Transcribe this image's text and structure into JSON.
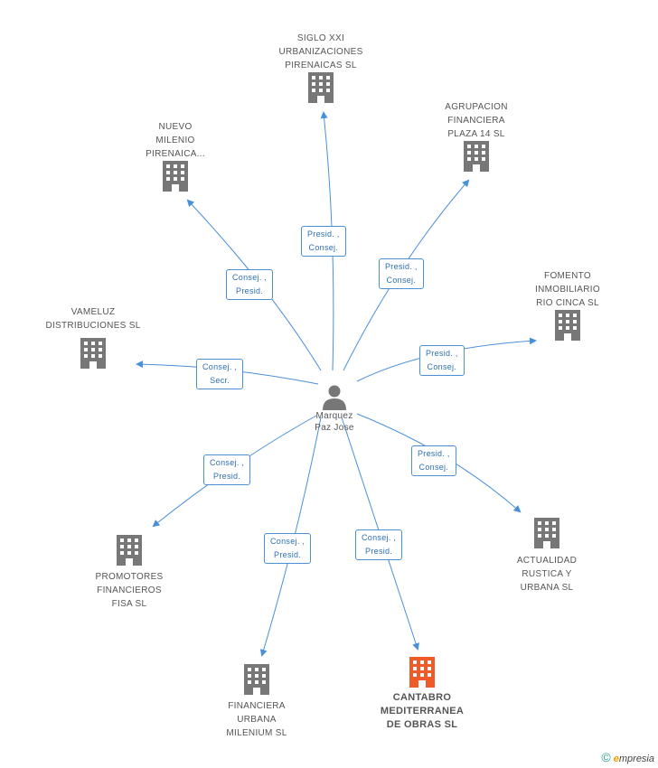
{
  "center": {
    "name": "Marquez\nPaz Jose",
    "icon": "person-icon"
  },
  "colors": {
    "edge": "#4a90d9",
    "building": "#777777",
    "highlight": "#f05a28"
  },
  "companies": [
    {
      "id": "siglo",
      "name": "SIGLO XXI\nURBANIZACIONES\nPIRENAICAS SL",
      "role": "Presid. ,\nConsej."
    },
    {
      "id": "agrupacion",
      "name": "AGRUPACION\nFINANCIERA\nPLAZA 14 SL",
      "role": "Presid. ,\nConsej."
    },
    {
      "id": "nuevo",
      "name": "NUEVO\nMILENIO\nPIRENAICA...",
      "role": "Consej. ,\nPresid."
    },
    {
      "id": "fomento",
      "name": "FOMENTO\nINMOBILIARIO\nRIO CINCA SL",
      "role": "Presid. ,\nConsej."
    },
    {
      "id": "vameluz",
      "name": "VAMELUZ\nDISTRIBUCIONES SL",
      "role": "Consej. ,\nSecr."
    },
    {
      "id": "actualidad",
      "name": "ACTUALIDAD\nRUSTICA Y\nURBANA SL",
      "role": "Presid. ,\nConsej."
    },
    {
      "id": "promotores",
      "name": "PROMOTORES\nFINANCIEROS\nFISA SL",
      "role": "Consej. ,\nPresid."
    },
    {
      "id": "financiera",
      "name": "FINANCIERA\nURBANA\nMILENIUM SL",
      "role": "Consej. ,\nPresid."
    },
    {
      "id": "cantabro",
      "name": "CANTABRO\nMEDITERRANEA\nDE OBRAS SL",
      "role": "Consej. ,\nPresid.",
      "highlight": true
    }
  ],
  "footer": {
    "copyright": "©",
    "brand_first": "e",
    "brand_rest": "mpresia"
  }
}
